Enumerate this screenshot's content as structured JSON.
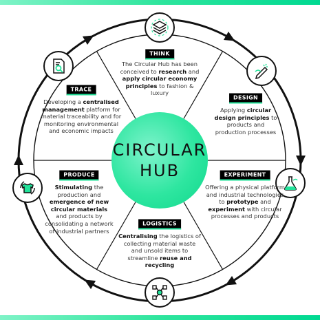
{
  "hub": {
    "line1": "CIRCULAR",
    "line2": "HUB"
  },
  "colors": {
    "accent": "#22e39a",
    "label_bg": "#000000",
    "ring": "#111111"
  },
  "segments": [
    {
      "id": "think",
      "label": "THINK",
      "icon": "stacked-layers-icon",
      "desc": [
        {
          "t": "The Circular Hub has been conceived to "
        },
        {
          "t": "research",
          "b": true
        },
        {
          "t": " and "
        },
        {
          "t": "apply circular economy principles",
          "b": true
        },
        {
          "t": " to fashion & luxury"
        }
      ]
    },
    {
      "id": "design",
      "label": "DESIGN",
      "icon": "pencil-sketch-icon",
      "desc": [
        {
          "t": "Applying "
        },
        {
          "t": "circular design principles",
          "b": true
        },
        {
          "t": " to products and production processes"
        }
      ]
    },
    {
      "id": "experiment",
      "label": "EXPERIMENT",
      "icon": "flask-icon",
      "desc": [
        {
          "t": "Offering a physical platform and industrial technologies to "
        },
        {
          "t": "prototype",
          "b": true
        },
        {
          "t": " and "
        },
        {
          "t": "experiment",
          "b": true
        },
        {
          "t": " with circular processes and products"
        }
      ]
    },
    {
      "id": "logistics",
      "label": "LOGISTICS",
      "icon": "network-nodes-icon",
      "desc": [
        {
          "t": "Centralising",
          "b": true
        },
        {
          "t": " the logistics of collecting material waste and unsold items to streamline "
        },
        {
          "t": "reuse and recycling",
          "b": true
        }
      ]
    },
    {
      "id": "produce",
      "label": "PRODUCE",
      "icon": "tshirt-cycle-icon",
      "desc": [
        {
          "t": "Stimulating",
          "b": true
        },
        {
          "t": " the production and "
        },
        {
          "t": "emergence of new circular materials",
          "b": true
        },
        {
          "t": " and products by consolidating a network of industrial partners"
        }
      ]
    },
    {
      "id": "trace",
      "label": "TRACE",
      "icon": "document-search-icon",
      "desc": [
        {
          "t": "Developing a "
        },
        {
          "t": "centralised management",
          "b": true
        },
        {
          "t": " platform for material traceability and for monitoring environmental and economic impacts"
        }
      ]
    }
  ]
}
